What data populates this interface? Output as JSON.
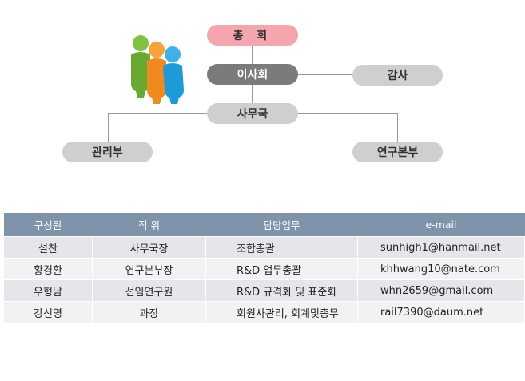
{
  "org_chart": {
    "general_assembly": "총 회",
    "board": "이사회",
    "audit": "감사",
    "secretariat": "사무국",
    "admin_dept": "관리부",
    "research_dept": "연구본부"
  },
  "colors": {
    "general_assembly": "#f4a5ad",
    "board": "#7b7b7b",
    "node": "#cfcfcf",
    "table_header": "#7f93ab"
  },
  "staff_table": {
    "headers": [
      "구성원",
      "직 위",
      "담당업무",
      "e-mail"
    ],
    "rows": [
      {
        "name": "설찬",
        "position": "사무국장",
        "duty": "조합총괄",
        "email": "sunhigh1@hanmail.net"
      },
      {
        "name": "황경환",
        "position": "연구본부장",
        "duty": "R&D 업무총괄",
        "email": "khhwang10@nate.com"
      },
      {
        "name": "우형남",
        "position": "선임연구원",
        "duty": "R&D 규격화 및 표준화",
        "email": "whn2659@gmail.com"
      },
      {
        "name": "강선영",
        "position": "과장",
        "duty": "회원사관리, 회계및총무",
        "email": "rail7390@daum.net"
      }
    ]
  }
}
